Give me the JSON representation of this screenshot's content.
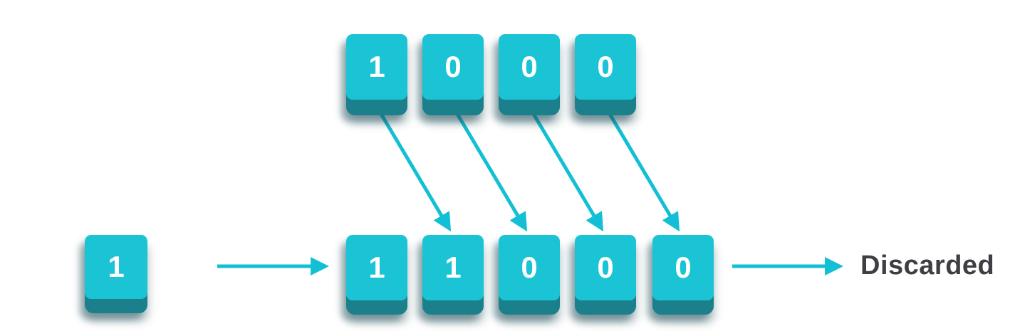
{
  "colors": {
    "background": "#ffffff",
    "key_face": "#1bc4d5",
    "key_side": "#1b808c",
    "arrow": "#12bfd4",
    "digit_text": "#ffffff",
    "discarded_text": "#3e3e44"
  },
  "incoming_key": {
    "bit": "1"
  },
  "top_row": {
    "bits": [
      "1",
      "0",
      "0",
      "0"
    ]
  },
  "bottom_row": {
    "bits": [
      "1",
      "1",
      "0",
      "0",
      "0"
    ]
  },
  "labels": {
    "discarded": "Discarded"
  }
}
